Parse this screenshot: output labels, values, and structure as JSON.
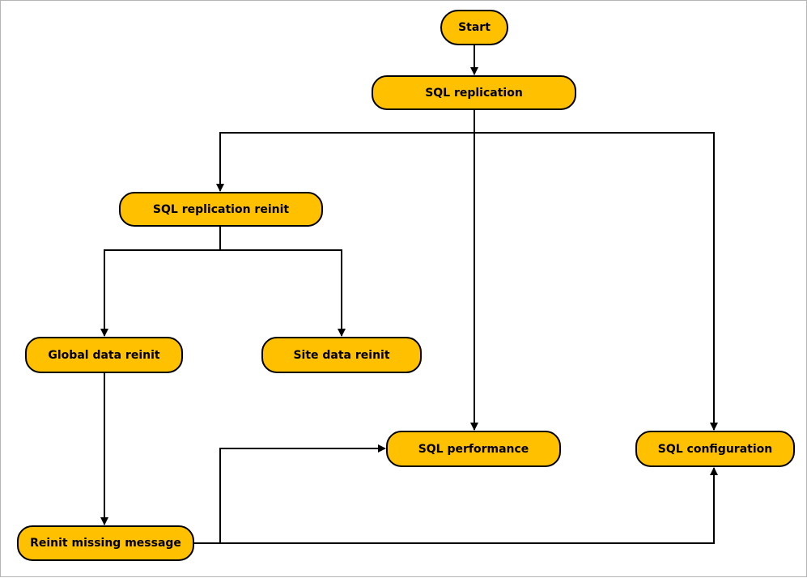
{
  "nodes": {
    "start": "Start",
    "sql_replication": "SQL replication",
    "sql_replication_reinit": "SQL replication reinit",
    "global_data_reinit": "Global data reinit",
    "site_data_reinit": "Site data reinit",
    "sql_performance": "SQL performance",
    "sql_configuration": "SQL configuration",
    "reinit_missing_message": "Reinit missing message"
  },
  "edges": [
    {
      "from": "start",
      "to": "sql_replication"
    },
    {
      "from": "sql_replication",
      "to": "sql_replication_reinit"
    },
    {
      "from": "sql_replication",
      "to": "sql_performance"
    },
    {
      "from": "sql_replication",
      "to": "sql_configuration"
    },
    {
      "from": "sql_replication_reinit",
      "to": "global_data_reinit"
    },
    {
      "from": "sql_replication_reinit",
      "to": "site_data_reinit"
    },
    {
      "from": "global_data_reinit",
      "to": "reinit_missing_message"
    },
    {
      "from": "reinit_missing_message",
      "to": "sql_performance"
    },
    {
      "from": "reinit_missing_message",
      "to": "sql_configuration"
    }
  ],
  "colors": {
    "node_fill": "#ffc000",
    "stroke": "#000000",
    "frame": "#b4b4b4"
  }
}
